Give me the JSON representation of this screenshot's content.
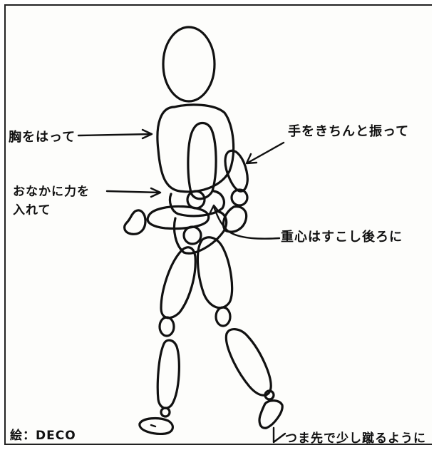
{
  "labels": {
    "chest": "胸をはって",
    "arms": "手をきちんと振って",
    "belly": "おなかに力を\n入れて",
    "weight": "重心はすこし後ろに",
    "toe": "つま先で少し蹴るように",
    "credit": "絵：DECO"
  },
  "colors": {
    "ink": "#111111",
    "paper": "#fdfdfb"
  }
}
